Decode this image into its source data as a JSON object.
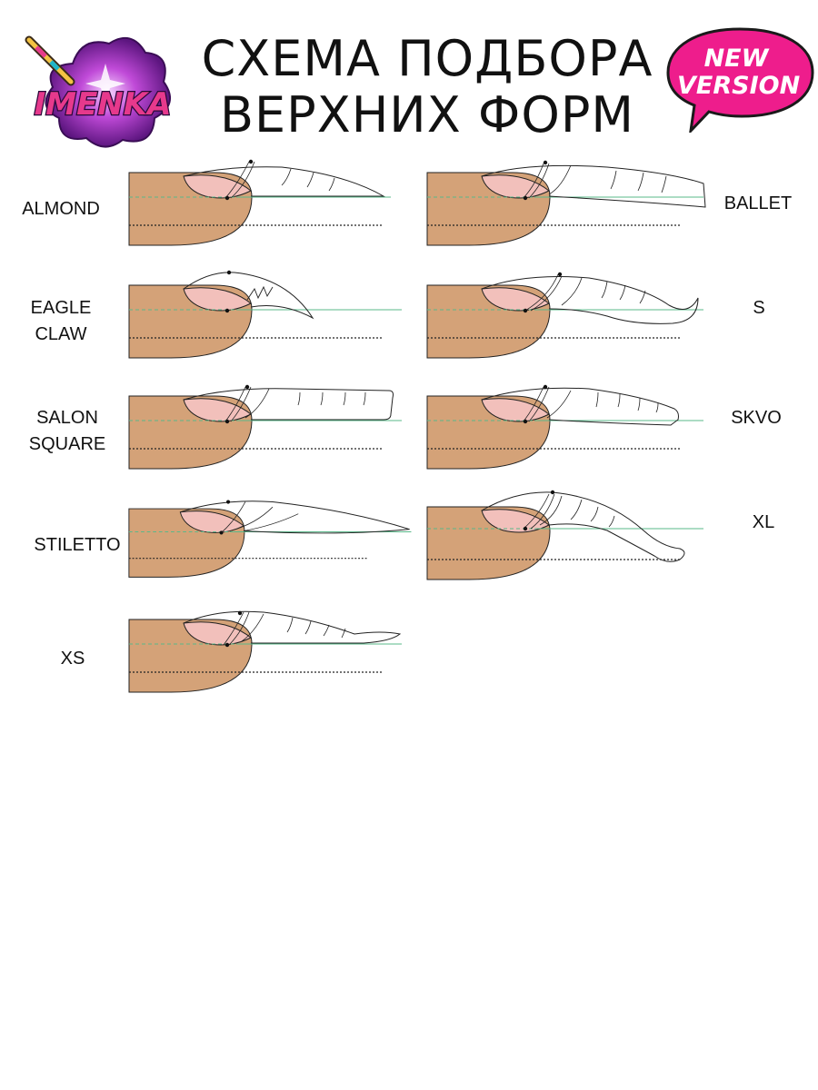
{
  "title": {
    "line1": "СХЕМА ПОДБОРА",
    "line2": "ВЕРХНИХ ФОРМ"
  },
  "logo": {
    "text": "IMENKA"
  },
  "badge": {
    "line1": "NEW",
    "line2": "VERSION",
    "color": "#ee1d8c"
  },
  "colors": {
    "skin": "#d4a278",
    "nail_bed": "#f2c0bb",
    "guide_green": "#5ab88a",
    "line": "#222222"
  },
  "shapes": [
    {
      "id": "almond",
      "lines": [
        "ALMOND"
      ]
    },
    {
      "id": "ballet",
      "lines": [
        "BALLET"
      ]
    },
    {
      "id": "eagle-claw",
      "lines": [
        "EAGLE",
        "CLAW"
      ]
    },
    {
      "id": "s",
      "lines": [
        "S"
      ]
    },
    {
      "id": "salon-square",
      "lines": [
        "SALON",
        "SQUARE"
      ]
    },
    {
      "id": "skvo",
      "lines": [
        "SKVO"
      ]
    },
    {
      "id": "stiletto",
      "lines": [
        "STILETTO"
      ]
    },
    {
      "id": "xl",
      "lines": [
        "XL"
      ]
    },
    {
      "id": "xs",
      "lines": [
        "XS"
      ]
    }
  ]
}
